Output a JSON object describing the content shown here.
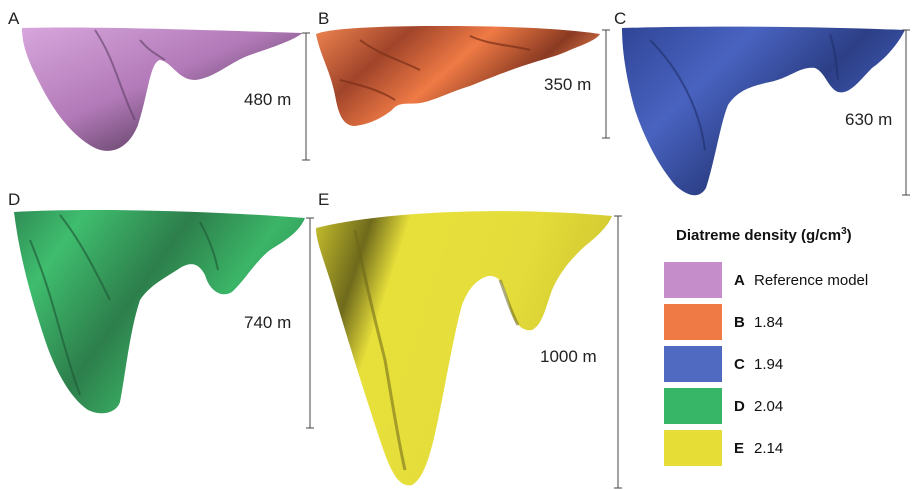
{
  "panels": [
    {
      "letter": "A",
      "depth": "480 m",
      "color": "#c58ecb"
    },
    {
      "letter": "B",
      "depth": "350 m",
      "color": "#ef7a45"
    },
    {
      "letter": "C",
      "depth": "630 m",
      "color": "#3f5ab8"
    },
    {
      "letter": "D",
      "depth": "740 m",
      "color": "#37b667"
    },
    {
      "letter": "E",
      "depth": "1000 m",
      "color": "#e6de36"
    }
  ],
  "legend": {
    "title_main": "Diatreme density (g/cm",
    "title_sup": "3",
    "title_end": ")",
    "items": [
      {
        "key": "A",
        "text": "Reference model",
        "color": "#c58ecb"
      },
      {
        "key": "B",
        "text": "1.84",
        "color": "#ef7a45"
      },
      {
        "key": "C",
        "text": "1.94",
        "color": "#4f6ac0"
      },
      {
        "key": "D",
        "text": "2.04",
        "color": "#37b667"
      },
      {
        "key": "E",
        "text": "2.14",
        "color": "#e6de36"
      }
    ]
  }
}
